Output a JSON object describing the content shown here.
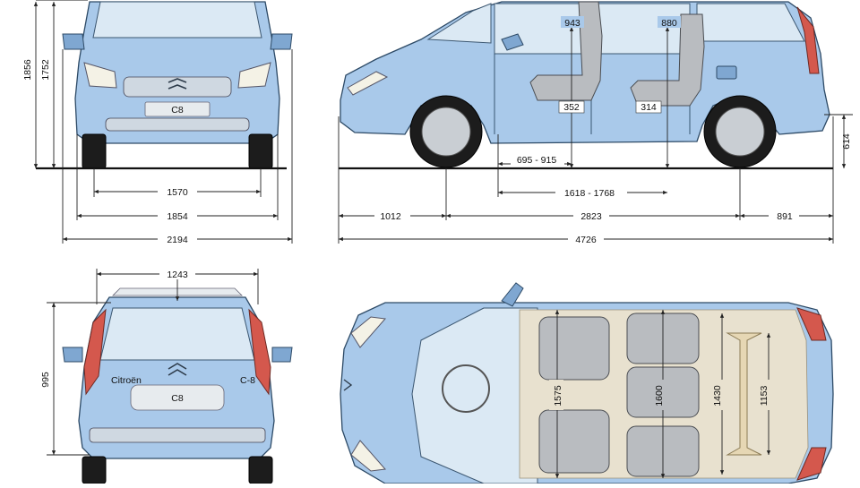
{
  "views": {
    "front": {
      "height_total": "1856",
      "height_body": "1752",
      "track": "1570",
      "width": "1854",
      "width_mirrors": "2194",
      "badge": "C8"
    },
    "side": {
      "seat1_height": "943",
      "seat2_height": "880",
      "seat1_cushion": "352",
      "seat2_cushion": "314",
      "seat1_travel": "695 - 915",
      "seat2_travel": "1618 - 1768",
      "overhang_front": "1012",
      "wheelbase": "2823",
      "overhang_rear": "891",
      "length": "4726",
      "sill_height": "614"
    },
    "rear": {
      "roof_width": "1243",
      "tailgate_height": "995",
      "badge": "C8",
      "tailgate_script": "Citroën",
      "tail_badge": "C-8"
    },
    "top": {
      "width_row1": "1575",
      "width_row2": "1600",
      "width_row3": "1430",
      "width_boot": "1153"
    }
  },
  "colors": {
    "body": "#a9c9ea",
    "outline": "#2d4a66",
    "glass": "#dbe9f4",
    "seat": "#b9bcc0",
    "tail_light": "#d4584d"
  }
}
